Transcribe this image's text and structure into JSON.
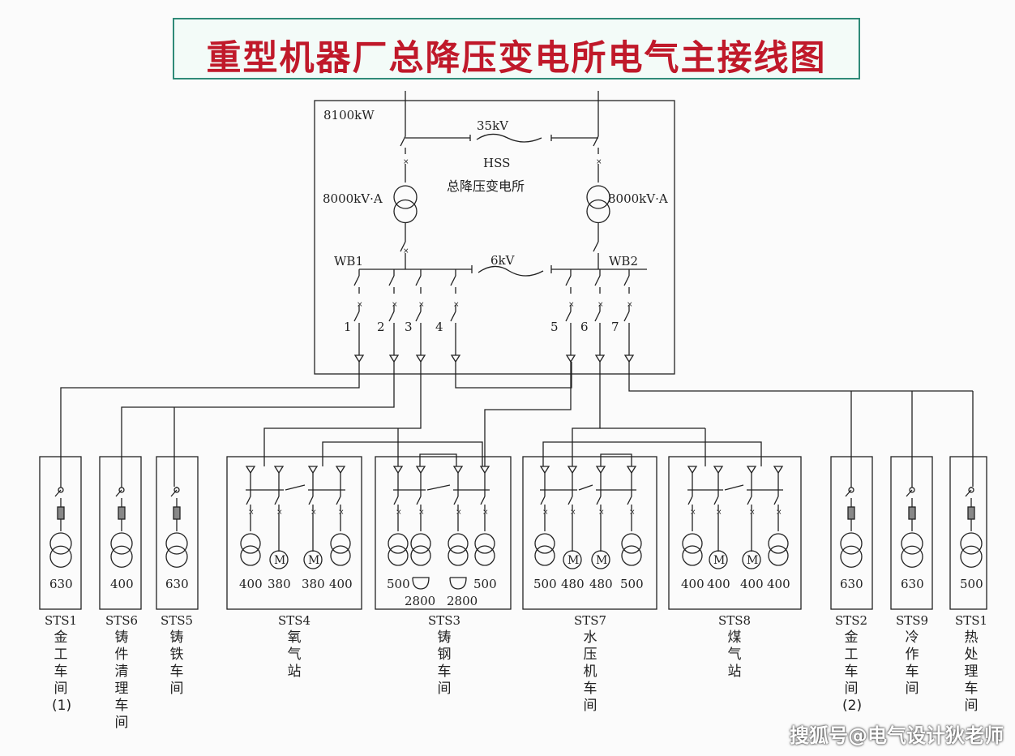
{
  "title": "重型机器厂总降压变电所电气主接线图",
  "substation": {
    "capacity": "8100kW",
    "voltage_hv": "35kV",
    "code": "HSS",
    "name": "总降压变电所",
    "transformer_left": "8000kV·A",
    "transformer_right": "8000kV·A",
    "bus_left": "WB1",
    "bus_right": "WB2",
    "voltage_lv": "6kV"
  },
  "feeders": [
    "1",
    "2",
    "3",
    "4",
    "5",
    "6",
    "7"
  ],
  "stations": [
    {
      "id": "STS1",
      "name": "金工车间(1)",
      "values": [
        "630"
      ]
    },
    {
      "id": "STS6",
      "name": "铸件清理车间",
      "values": [
        "400"
      ]
    },
    {
      "id": "STS5",
      "name": "铸铁车间",
      "values": [
        "630"
      ]
    },
    {
      "id": "STS4",
      "name": "氧气站",
      "values": [
        "400",
        "380",
        "380",
        "400"
      ]
    },
    {
      "id": "STS3",
      "name": "铸钢车间",
      "values": [
        "500",
        "2800",
        "2800",
        "500"
      ]
    },
    {
      "id": "STS7",
      "name": "水压机车间",
      "values": [
        "500",
        "480",
        "480",
        "500"
      ]
    },
    {
      "id": "STS8",
      "name": "煤气站",
      "values": [
        "400",
        "400",
        "400",
        "400"
      ]
    },
    {
      "id": "STS2",
      "name": "金工车间(2)",
      "values": [
        "630"
      ]
    },
    {
      "id": "STS9",
      "name": "冷作车间",
      "values": [
        "630"
      ]
    },
    {
      "id": "STS1",
      "name": "热处理车间",
      "values": [
        "500"
      ]
    }
  ],
  "watermark": "搜狐号@电气设计狄老师",
  "colors": {
    "title": "#c0192a",
    "title_border": "#2f8a78",
    "line": "#222222"
  }
}
